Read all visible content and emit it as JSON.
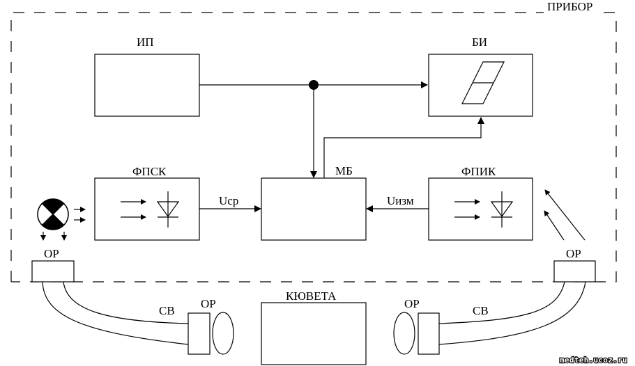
{
  "diagram": {
    "frame_label": "ПРИБОР",
    "blocks": {
      "ip": "ИП",
      "bi": "БИ",
      "fpsk": "ФПСК",
      "mb": "МБ",
      "fpik": "ФПИК",
      "cuvette": "КЮВЕТА"
    },
    "signals": {
      "reference": "Ucp",
      "measured": "Uизм"
    },
    "optics": {
      "or_left": "ОР",
      "or_right": "ОР",
      "or_lens_left": "ОР",
      "or_lens_right": "ОР",
      "fiber_left": "СВ",
      "fiber_right": "СВ"
    },
    "watermark": "medteh.ucoz.ru"
  }
}
